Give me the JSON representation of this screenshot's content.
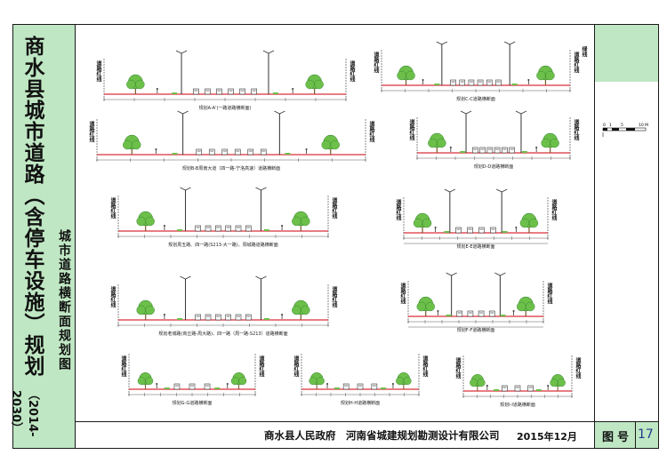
{
  "title": {
    "main": "商水县城市道路（含停车设施）规划",
    "years": "（2014-2030）",
    "subtitle": "城市道路横断面规划图"
  },
  "footer": {
    "organization": "商水县人民政府　河南省城建规划勘测设计有限公司",
    "date": "2015年12月",
    "sheet_label": "图号",
    "sheet_number": "17"
  },
  "scale_bar": {
    "labels": [
      "0",
      "1",
      "5",
      "10 M"
    ]
  },
  "road_edge_label": "道路红线",
  "green_edge_label": "绿线",
  "sections": [
    {
      "caption": "规划A-A'(一路道路横断面)"
    },
    {
      "caption": "规划C-C道路横断面"
    },
    {
      "caption": "规划B-B周南大道（四一路-宁洛高速）道路横断面"
    },
    {
      "caption": "规划D-D道路横断面"
    },
    {
      "caption": "规划周五路、四一路(S213-大一路)、阳城路道路横断面"
    },
    {
      "caption": "规划E-E道路横断面"
    },
    {
      "caption": "规划老城路(商丘路-周大路)、四一路（周一路-S213）道路横断面"
    },
    {
      "caption": "规划F-F道路横断面"
    },
    {
      "caption": "规划G-G道路横断面"
    },
    {
      "caption": "规划H-H道路横断面"
    },
    {
      "caption": "规划I-I道路横断面"
    }
  ],
  "colors": {
    "panel_green": "#bfe7c3",
    "tree_green": "#6cc04a",
    "road_red": "#d9303a",
    "sheet_number_blue": "#1f3b8f"
  }
}
